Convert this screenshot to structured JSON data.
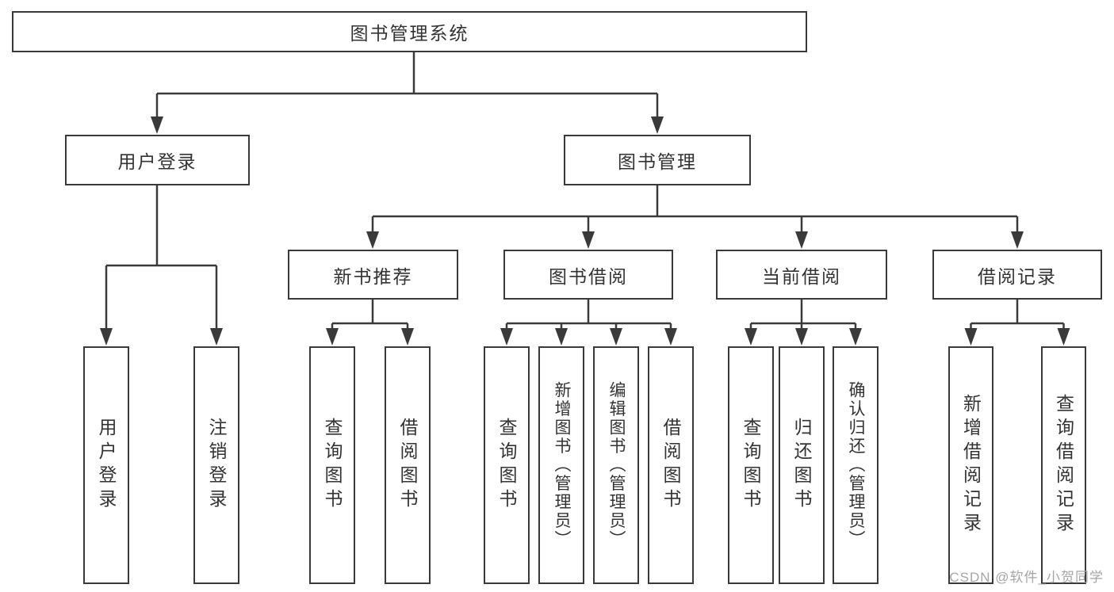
{
  "diagram_title": "图书管理系统",
  "tree": {
    "label": "图书管理系统",
    "children": [
      {
        "label": "用户登录",
        "children": [
          {
            "label": "用户登录"
          },
          {
            "label": "注销登录"
          }
        ]
      },
      {
        "label": "图书管理",
        "children": [
          {
            "label": "新书推荐",
            "children": [
              {
                "label": "查询图书"
              },
              {
                "label": "借阅图书"
              }
            ]
          },
          {
            "label": "图书借阅",
            "children": [
              {
                "label": "查询图书"
              },
              {
                "label": "新增图书（管理员）"
              },
              {
                "label": "编辑图书（管理员）"
              },
              {
                "label": "借阅图书"
              }
            ]
          },
          {
            "label": "当前借阅",
            "children": [
              {
                "label": "查询图书"
              },
              {
                "label": "归还图书"
              },
              {
                "label": "确认归还（管理员）"
              }
            ]
          },
          {
            "label": "借阅记录",
            "children": [
              {
                "label": "新增借阅记录"
              },
              {
                "label": "查询借阅记录"
              }
            ]
          }
        ]
      }
    ]
  },
  "watermark": "CSDN @软件_小贺同学",
  "colors": {
    "line": "#3a3a3a",
    "text": "#333333",
    "background": "#ffffff",
    "watermark": "#a6a6a6"
  }
}
